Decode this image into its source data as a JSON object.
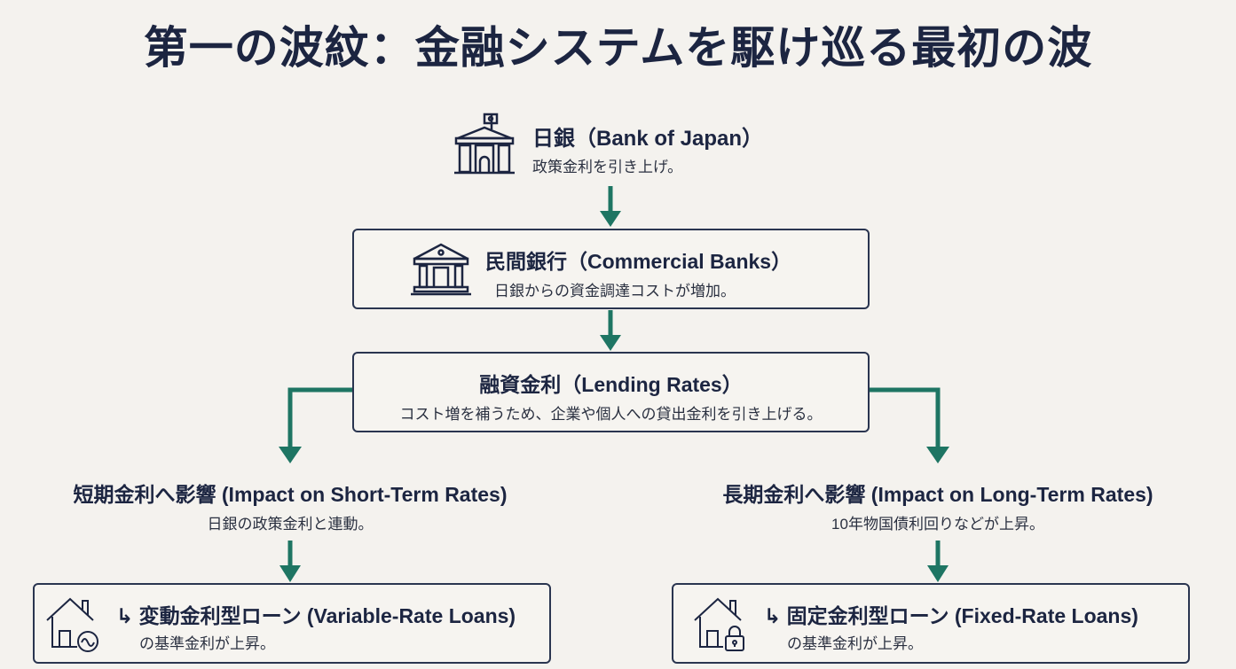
{
  "title": "第一の波紋：金融システムを駆け巡る最初の波",
  "colors": {
    "background": "#f4f2ee",
    "text": "#1c2541",
    "arrow": "#1e7563"
  },
  "nodes": {
    "boj": {
      "title": "日銀（Bank of Japan）",
      "subtitle": "政策金利を引き上げ。",
      "icon": "central-bank-icon"
    },
    "commercial_banks": {
      "title": "民間銀行（Commercial Banks）",
      "subtitle": "日銀からの資金調達コストが増加。",
      "icon": "bank-icon"
    },
    "lending_rates": {
      "title": "融資金利（Lending Rates）",
      "subtitle": "コスト増を補うため、企業や個人への貸出金利を引き上げる。"
    },
    "short_term": {
      "title": "短期金利へ影響 (Impact on Short-Term Rates)",
      "subtitle": "日銀の政策金利と連動。"
    },
    "long_term": {
      "title": "長期金利へ影響 (Impact on Long-Term Rates)",
      "subtitle": "10年物国債利回りなどが上昇。"
    },
    "variable_loans": {
      "title": "↳ 変動金利型ローン (Variable-Rate Loans)",
      "subtitle": "の基準金利が上昇。",
      "icon": "house-wave-icon"
    },
    "fixed_loans": {
      "title": "↳ 固定金利型ローン (Fixed-Rate Loans)",
      "subtitle": "の基準金利が上昇。",
      "icon": "house-lock-icon"
    }
  }
}
